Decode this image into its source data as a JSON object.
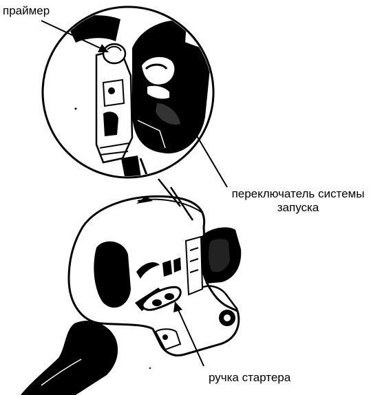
{
  "labels": {
    "primer": "праймер",
    "switch_line1": "переключатель системы",
    "switch_line2": "запуска",
    "starter_handle": "ручка стартера"
  },
  "colors": {
    "ink": "#000000",
    "paper": "#ffffff"
  }
}
